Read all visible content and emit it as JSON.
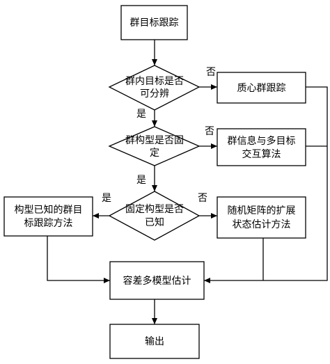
{
  "nodes": {
    "start": "群目标跟踪",
    "decision1": [
      "群内目标是否",
      "可分辨"
    ],
    "centroid": "质心群跟踪",
    "decision2": [
      "群构型是否固",
      "定"
    ],
    "group_info": [
      "群信息与多目标",
      "交互算法"
    ],
    "decision3": [
      "固定构型是否",
      "已知"
    ],
    "known_shape": [
      "构型已知的群目",
      "标跟踪方法"
    ],
    "random_matrix": [
      "随机矩阵的扩展",
      "状态估计方法"
    ],
    "imm": "容差多模型估计",
    "output": "输出"
  },
  "edge_labels": {
    "d1_no": "否",
    "d1_yes": "是",
    "d2_no": "否",
    "d2_yes": "是",
    "d3_yes": "是",
    "d3_no": "否"
  }
}
